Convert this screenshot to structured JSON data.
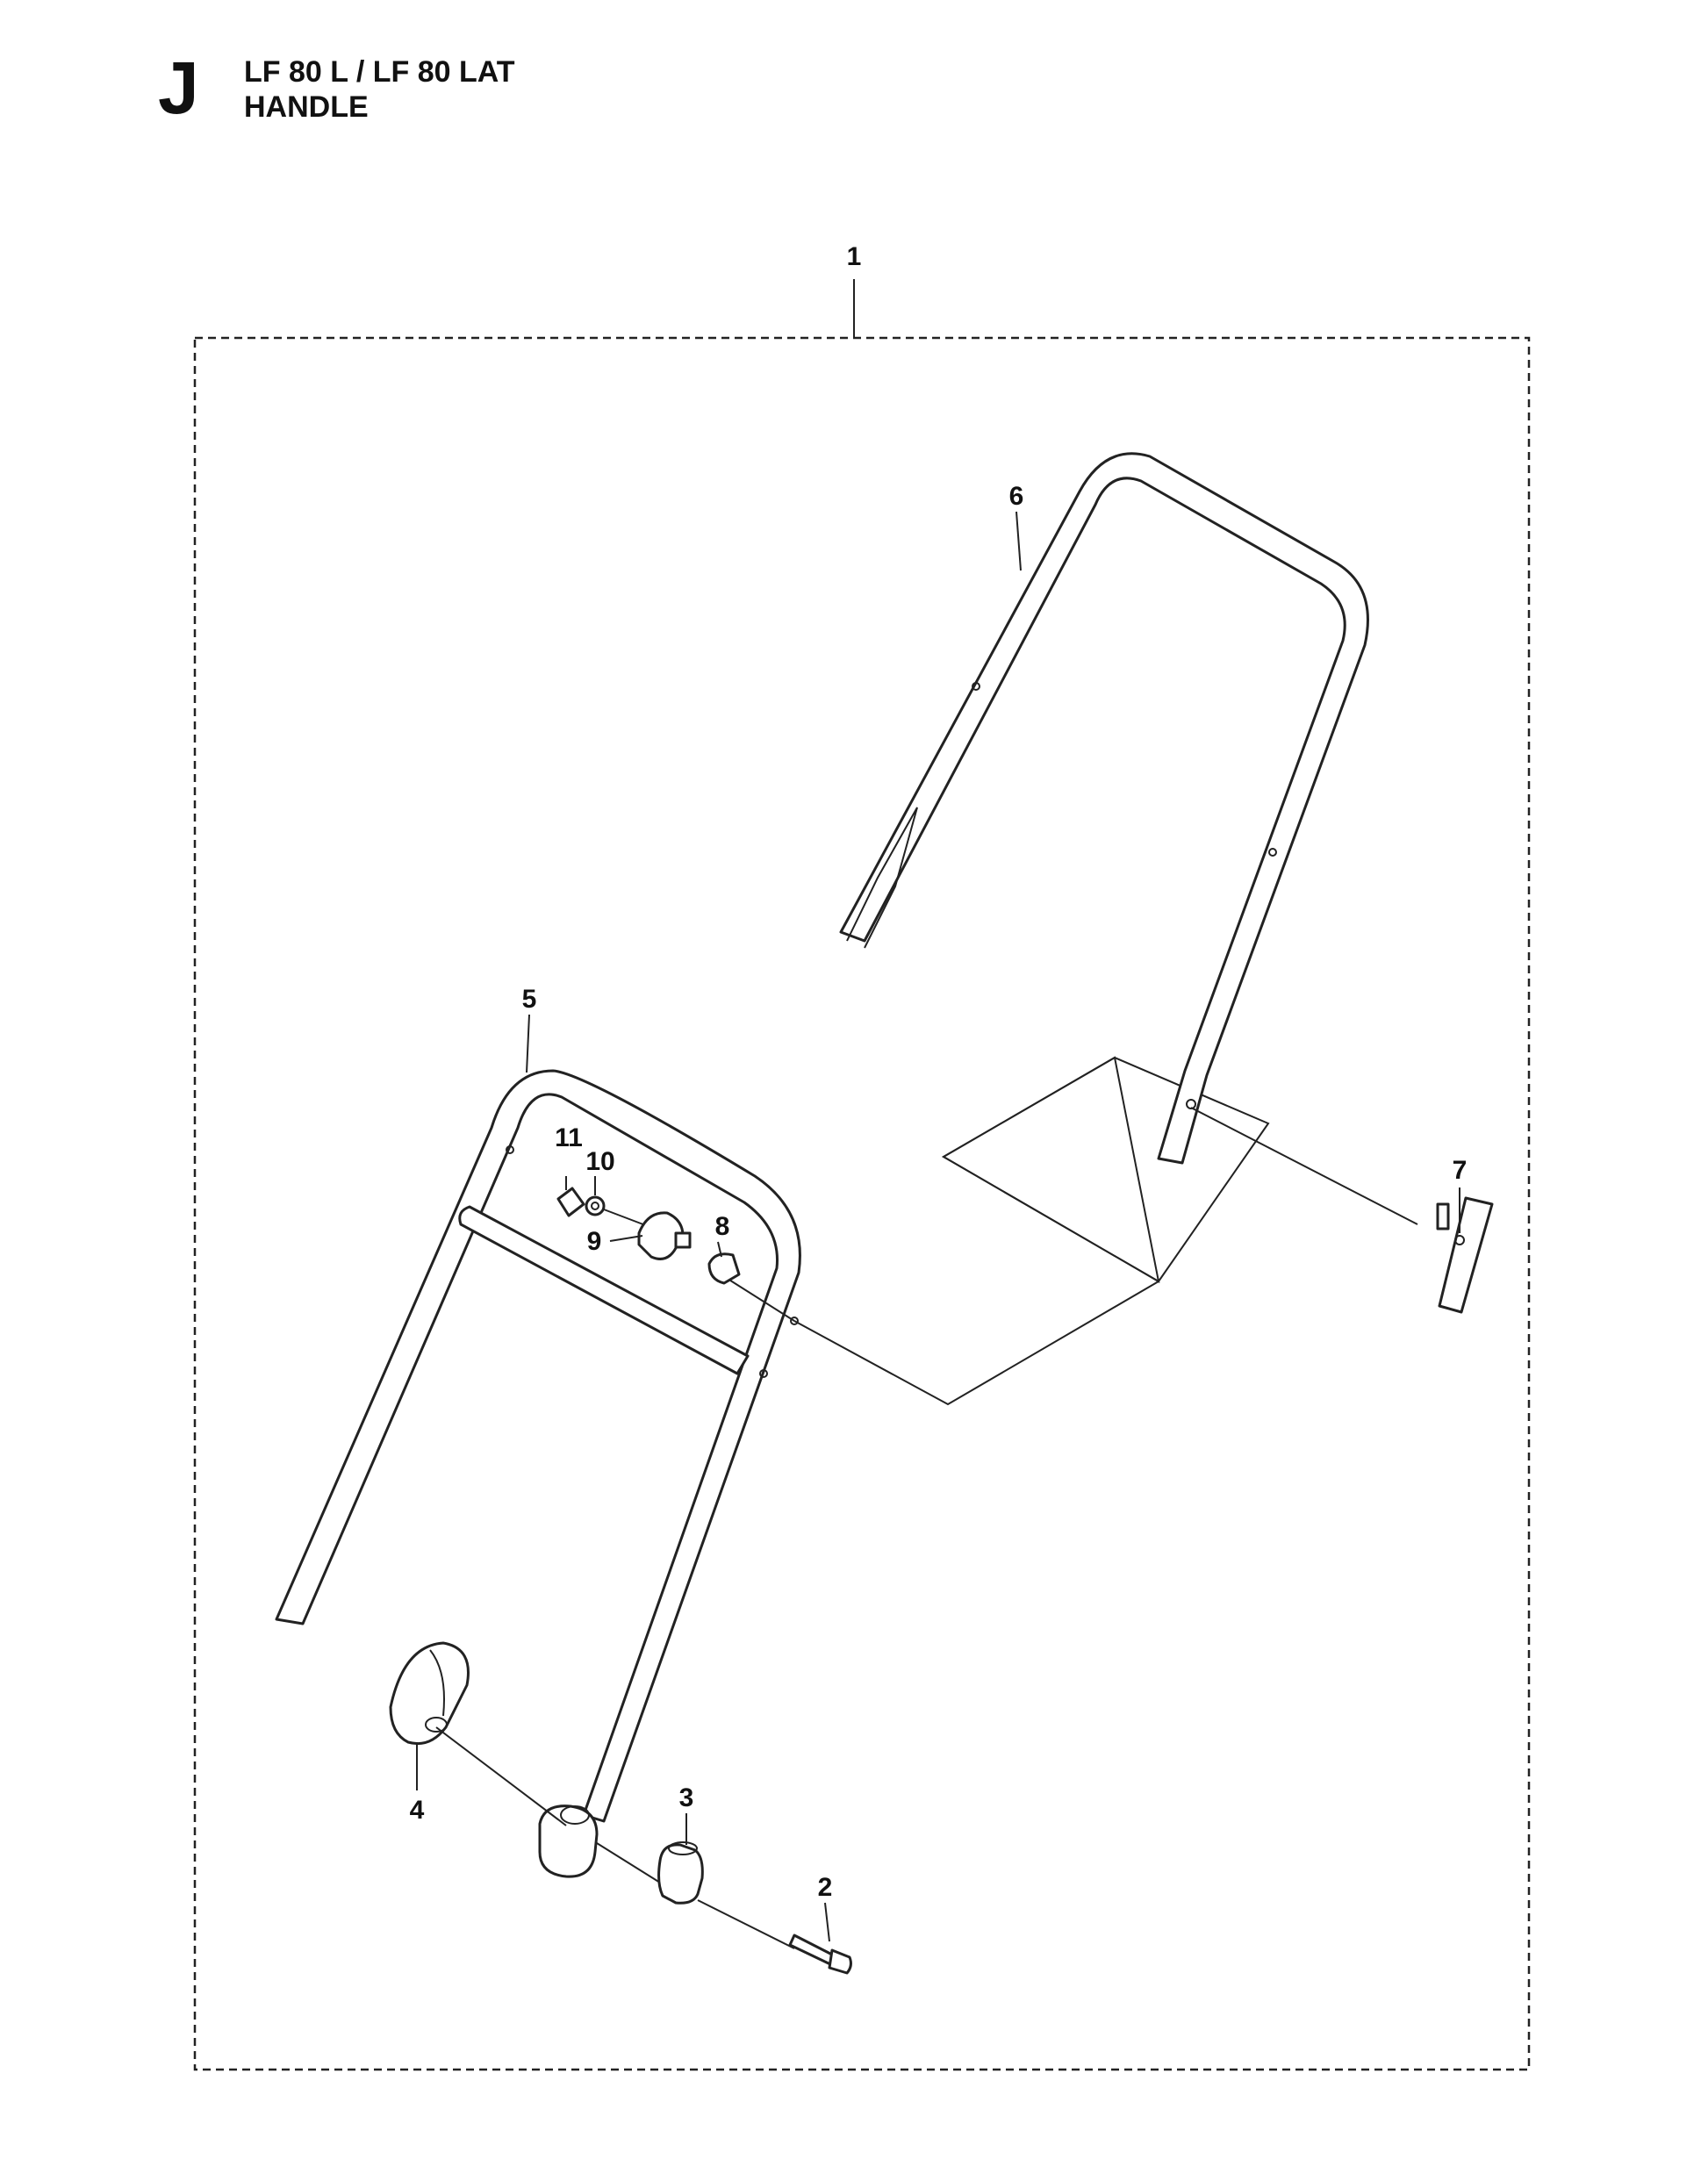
{
  "header": {
    "section_letter": "J",
    "model_line": "LF 80 L / LF 80 LAT",
    "section_title": "HANDLE"
  },
  "callouts": {
    "assembly": "1",
    "screw": "2",
    "spacer": "3",
    "bracket": "4",
    "lower_handle": "5",
    "upper_handle": "6",
    "bolt": "7",
    "knob_cap": "8",
    "knob": "9",
    "washer": "10",
    "nut": "11"
  }
}
